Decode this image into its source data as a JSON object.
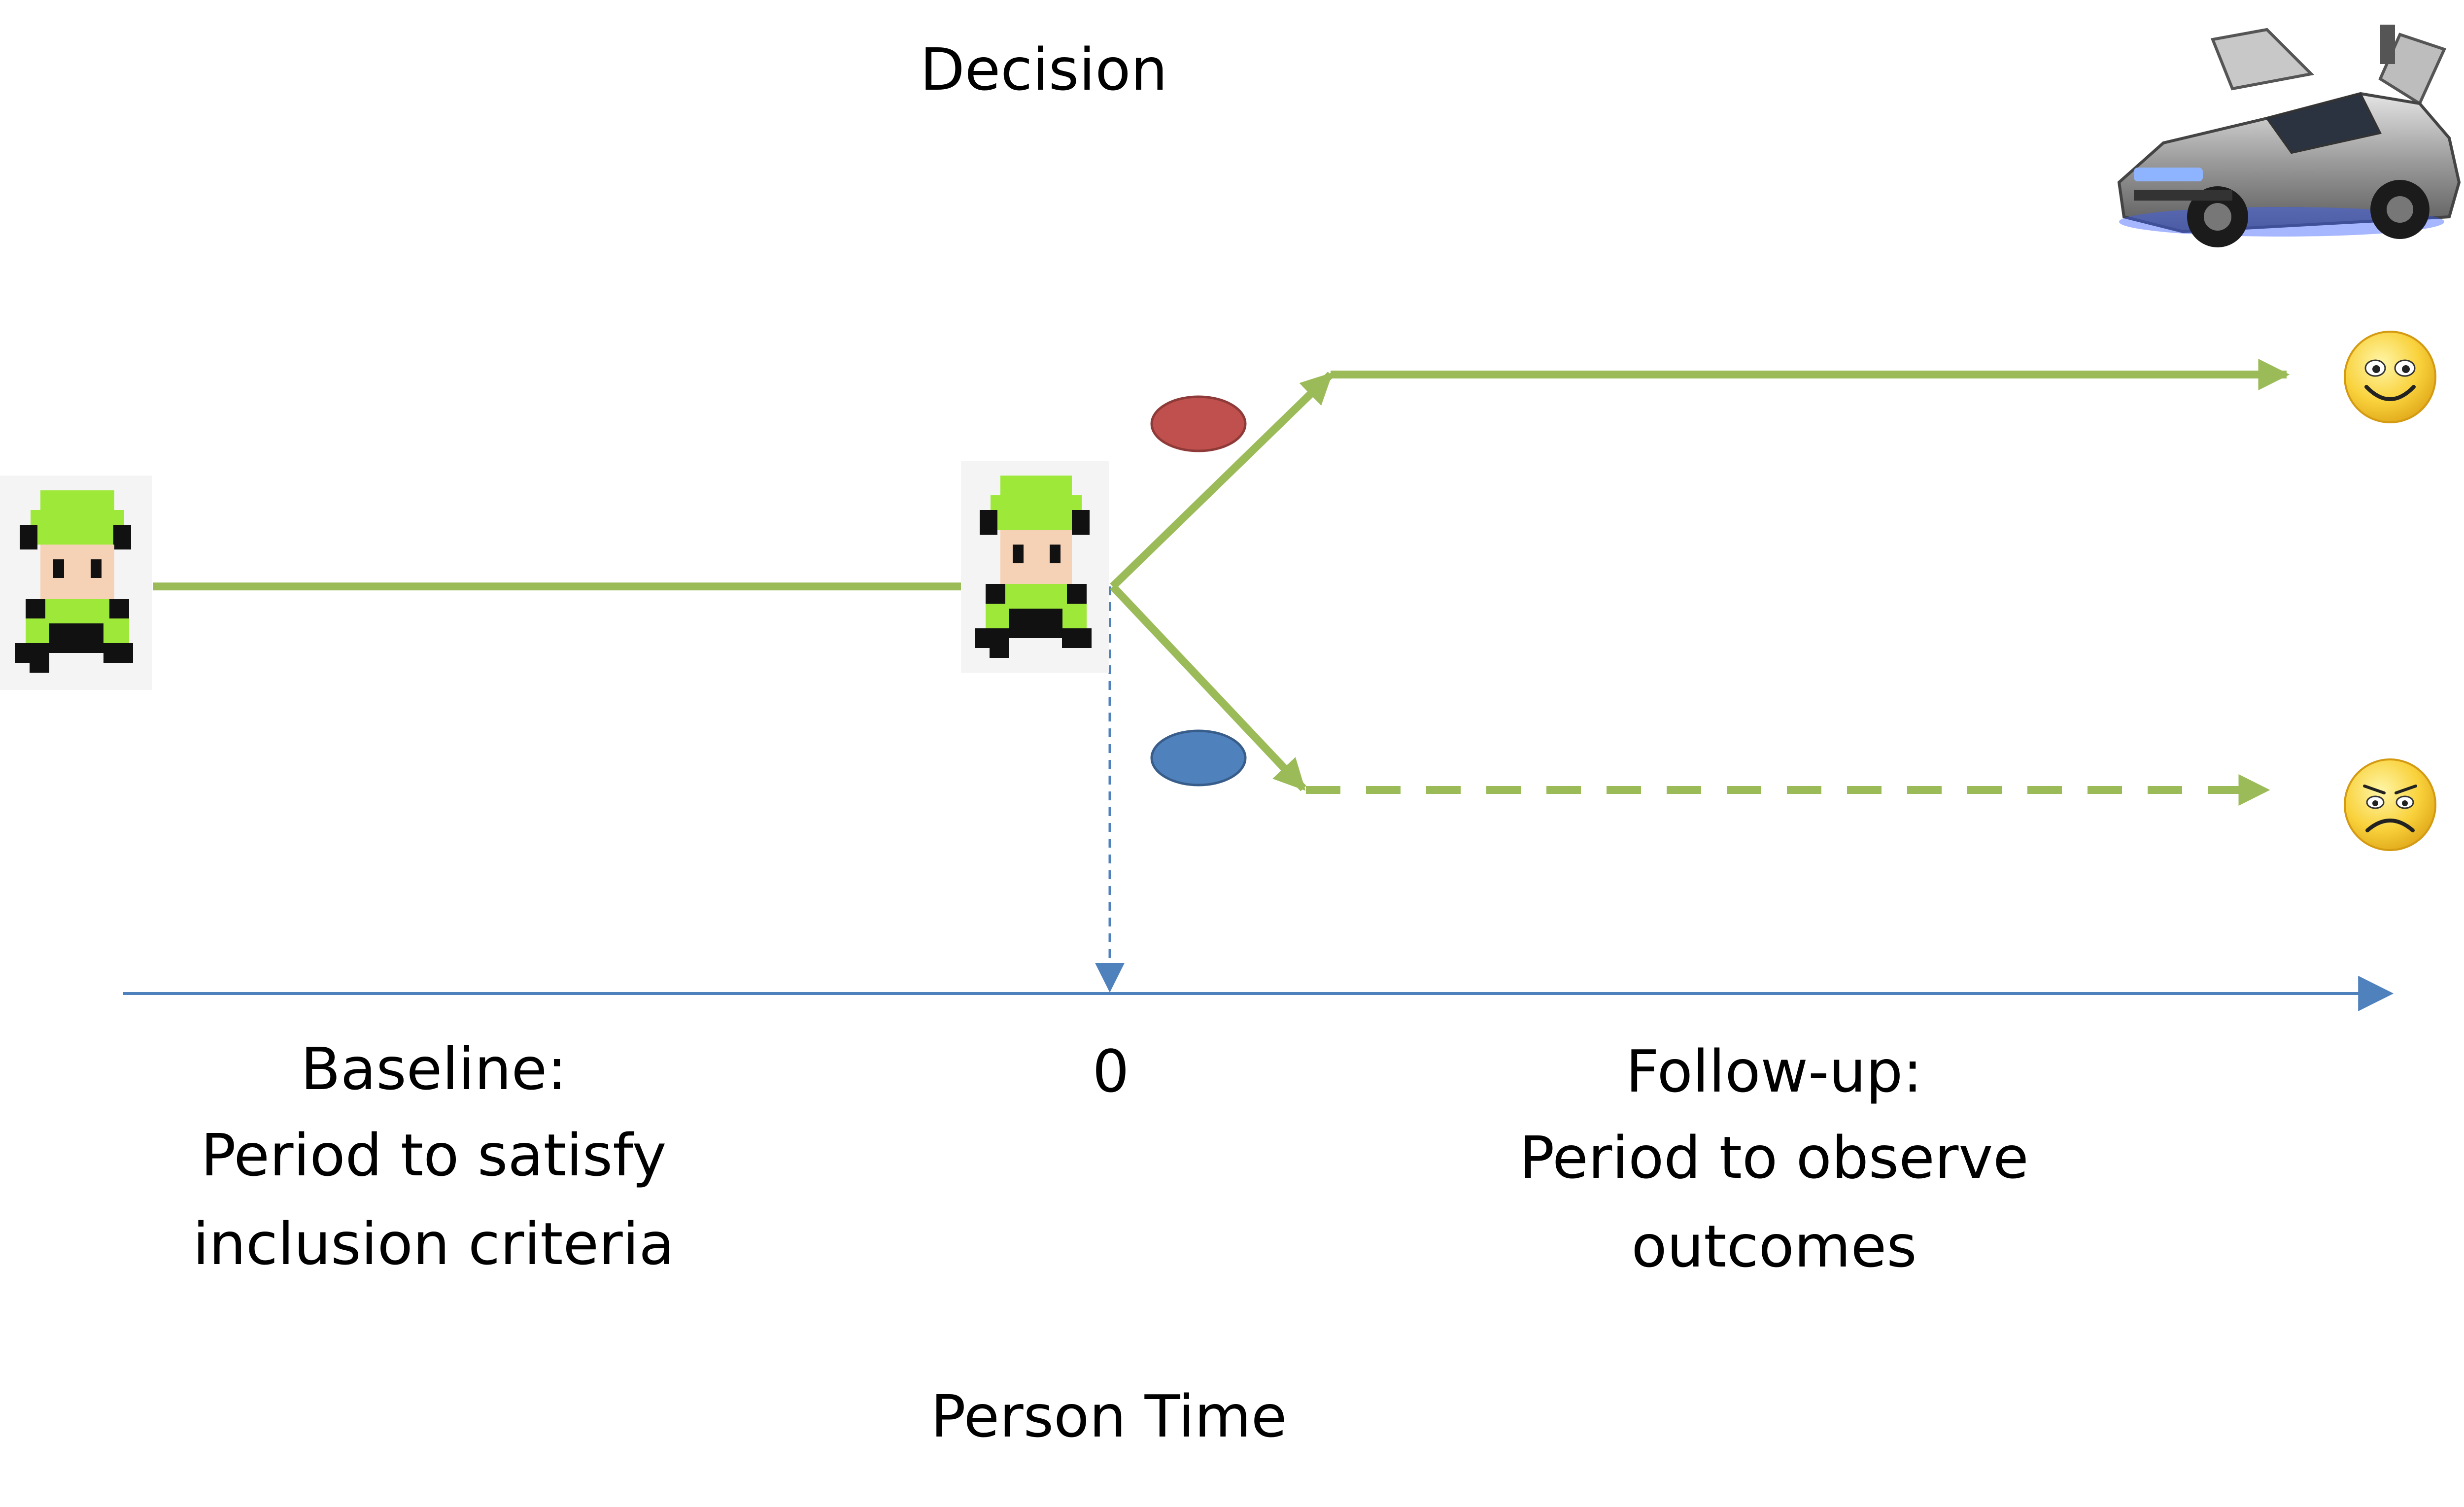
{
  "labels": {
    "decision": "Decision",
    "baseline_lines": [
      "Baseline:",
      "Period to satisfy",
      "inclusion criteria"
    ],
    "time_zero": "0",
    "followup_lines": [
      "Follow-up:",
      "Period to observe",
      "outcomes"
    ],
    "axis_title": "Person Time"
  },
  "colors": {
    "path_line": "#9BBB59",
    "time_axis": "#4F81BD",
    "marker_top": "#C0504D",
    "marker_bottom": "#4F81BD",
    "smiley_face": "#F9D23C",
    "person_hat": "#9EE83A"
  },
  "icons": {
    "person": "pixel-person-icon",
    "happy": "smiley-face-icon",
    "sad": "sad-face-icon",
    "car": "time-machine-car-icon"
  }
}
